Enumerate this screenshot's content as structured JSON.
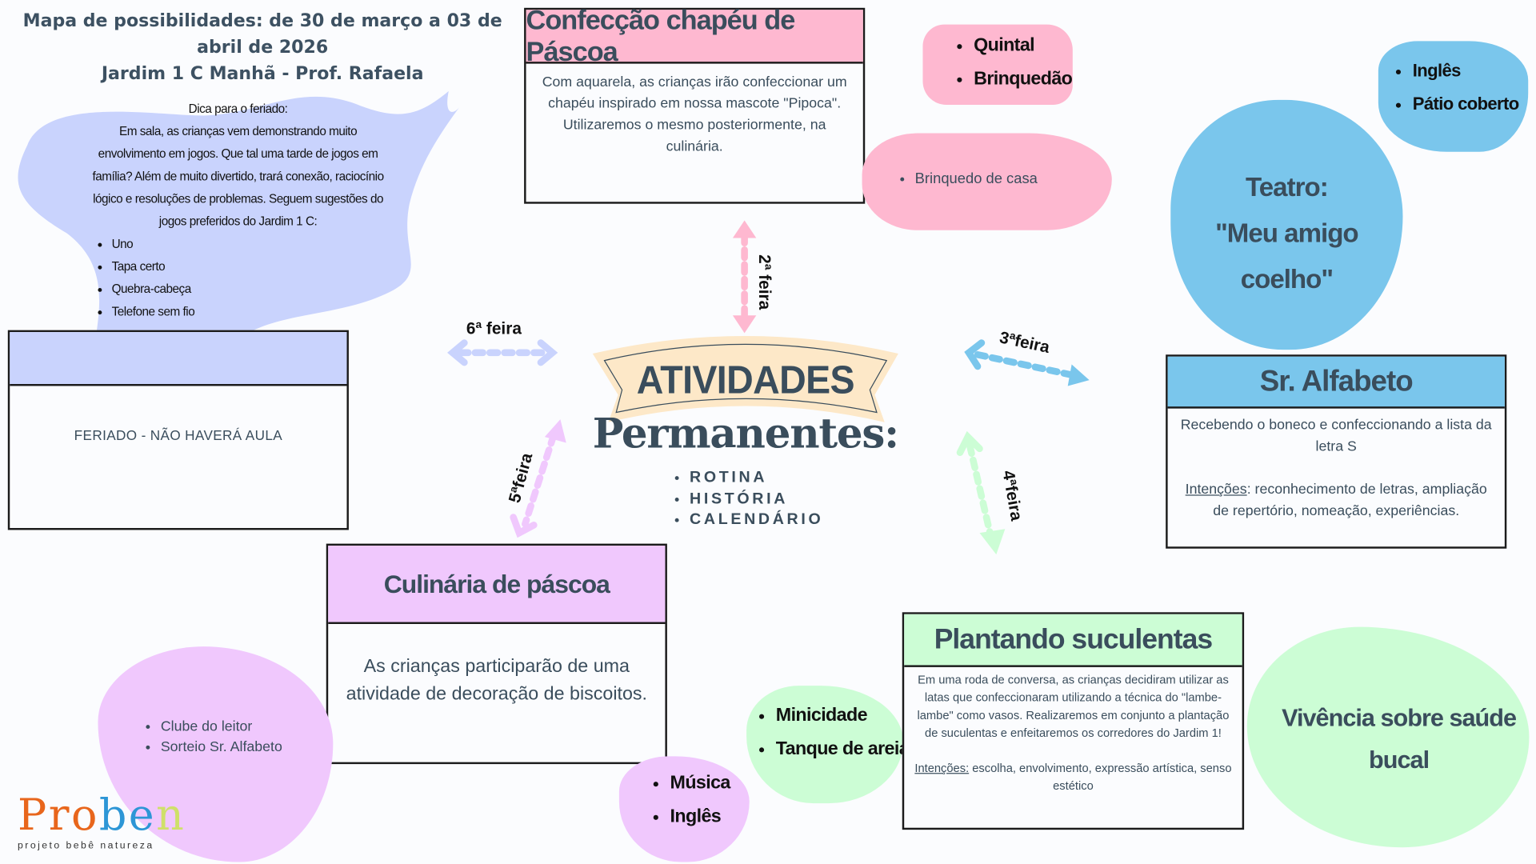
{
  "header": {
    "title_line1": "Mapa de possibilidades: de 30 de março a 03 de abril de 2026",
    "title_line2": "Jardim 1 C Manhã - Prof. Rafaela"
  },
  "tip": {
    "heading": "Dica para o feriado:",
    "text": "Em sala, as crianças vem demonstrando muito envolvimento em jogos. Que tal uma tarde de jogos em família? Além de muito divertido, trará conexão, raciocínio lógico e resoluções de problemas. Seguem sugestões do jogos preferidos do Jardim 1 C:",
    "games": [
      "Uno",
      "Tapa certo",
      "Quebra-cabeça",
      "Telefone sem fio"
    ]
  },
  "friday_box": {
    "title": "",
    "text": "FERIADO - NÃO HAVERÁ AULA"
  },
  "monday_box": {
    "title": "Confecção chapéu de Páscoa",
    "text": "Com aquarela, as crianças irão confeccionar um chapéu inspirado em nossa mascote \"Pipoca\". Utilizaremos o mesmo posteriormente, na culinária.",
    "places": [
      "Quintal",
      "Brinquedão"
    ],
    "extra": [
      "Brinquedo de casa"
    ]
  },
  "tuesday": {
    "places": [
      "Inglês",
      "Pátio coberto"
    ],
    "theater_title": "Teatro:",
    "theater_name": "\"Meu amigo coelho\"",
    "box_title": "Sr. Alfabeto",
    "box_text": "Recebendo o boneco e confeccionando a lista da letra S",
    "intent_label": "Intenções",
    "intent_text": ": reconhecimento de letras, ampliação de repertório, nomeação, experiências."
  },
  "center": {
    "banner": "ATIVIDADES",
    "subtitle": "Permanentes:",
    "items": [
      "ROTINA",
      "HISTÓRIA",
      "CALENDÁRIO"
    ]
  },
  "days": {
    "mon": "2ª feira",
    "tue": "3ªfeira",
    "wed": "4ªfeira",
    "thu": "5ªfeira",
    "fri": "6ª feira"
  },
  "thursday_box": {
    "title": "Culinária de páscoa",
    "text": "As crianças participarão de uma atividade de decoração de biscoitos.",
    "extra": [
      "Clube do leitor",
      "Sorteio Sr. Alfabeto"
    ],
    "places": [
      "Música",
      "Inglês"
    ]
  },
  "wednesday_box": {
    "title": "Plantando suculentas",
    "text": "Em uma roda de conversa, as crianças decidiram utilizar as latas que confeccionaram utilizando a técnica do \"lambe-lambe\" como vasos. Realizaremos em conjunto a plantação de suculentas e enfeitaremos os corredores do Jardim 1!",
    "intent_label": "Intenções:",
    "intent_text": " escolha, envolvimento, expressão artística, senso estético",
    "places": [
      "Minicidade",
      "Tanque de areia"
    ],
    "side": "Vivência sobre saúde bucal"
  },
  "logo": {
    "name": "Proben",
    "tagline": "projeto bebê natureza"
  },
  "colors": {
    "pink": "#feb8d0",
    "blue": "#7ac6ec",
    "lavender": "#c9d3fd",
    "lilac": "#f0c8fd",
    "green": "#ccfdd5",
    "banner": "#fde8c8",
    "text": "#3a4d5c"
  }
}
